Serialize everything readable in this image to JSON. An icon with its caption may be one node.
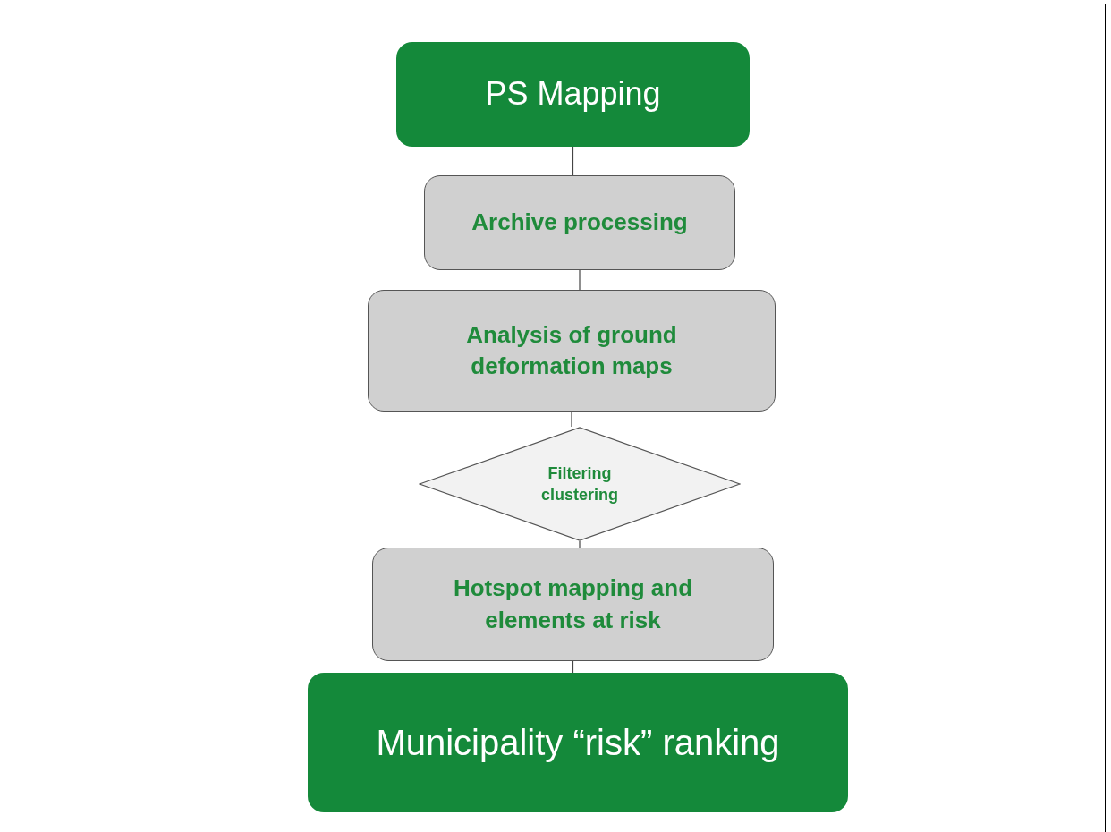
{
  "diagram": {
    "nodes": [
      {
        "text": [
          "PS Mapping"
        ]
      },
      {
        "text": [
          "Archive processing"
        ]
      },
      {
        "text": [
          "Analysis of ground deformation maps"
        ]
      },
      {
        "text": [
          "Filtering clustering"
        ]
      },
      {
        "text": [
          "Hotspot mapping and elements at risk"
        ]
      },
      {
        "text": [
          "Municipality “risk” ranking"
        ]
      }
    ],
    "edges": [
      {
        "from": 0,
        "to": 1,
        "arrow": "none"
      },
      {
        "from": 1,
        "to": 2,
        "arrow": "none"
      },
      {
        "from": 2,
        "to": 3,
        "arrow": "none"
      },
      {
        "from": 3,
        "to": 4,
        "arrow": "none"
      },
      {
        "from": 4,
        "to": 5,
        "arrow": "none"
      }
    ]
  }
}
